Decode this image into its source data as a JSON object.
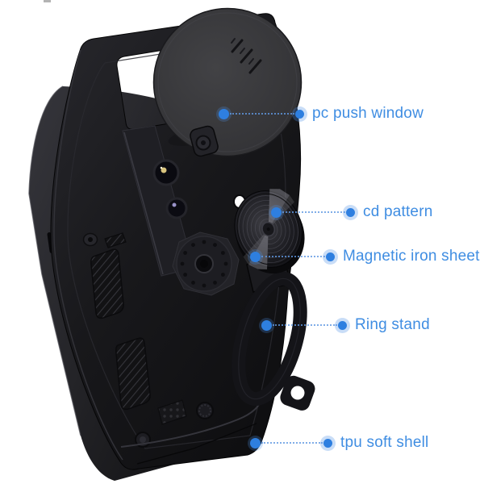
{
  "image": {
    "type": "annotated-product-photo",
    "subject": "armor phone case with slide camera cover and ring stand, shown with phone",
    "background": "#ffffff"
  },
  "colors": {
    "accent": "#3F8DE2",
    "callout_dot": "#2E7FE0",
    "callout_halo": "rgba(77,143,227,0.30)",
    "case_black": "#17171b",
    "disc_gray": "#3a3a3e"
  },
  "callouts": [
    {
      "id": "pc-push-window",
      "label": "pc push window"
    },
    {
      "id": "cd-pattern",
      "label": "cd pattern"
    },
    {
      "id": "magnetic-iron-sheet",
      "label": "Magnetic iron sheet"
    },
    {
      "id": "ring-stand",
      "label": "Ring stand"
    },
    {
      "id": "tpu-soft-shell",
      "label": "tpu soft shell"
    }
  ]
}
